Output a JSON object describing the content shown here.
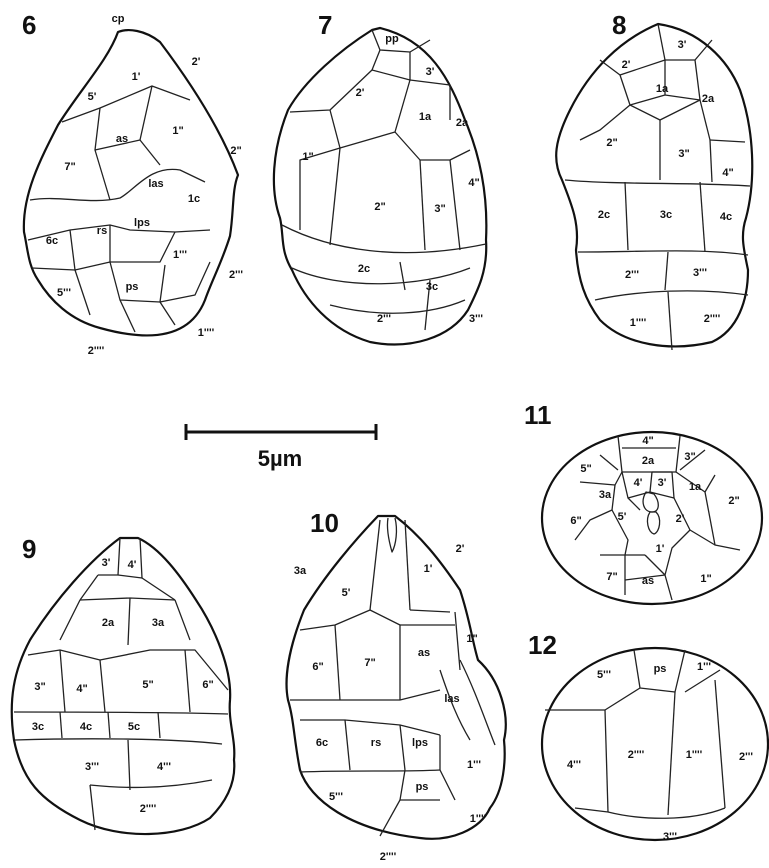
{
  "scale_bar": {
    "label": "5µm"
  },
  "figures": [
    {
      "number": "6",
      "labels": [
        "cp",
        "5'",
        "1'",
        "2'",
        "as",
        "1\"",
        "2\"",
        "7\"",
        "las",
        "1c",
        "6c",
        "rs",
        "lps",
        "1'''",
        "2'''",
        "5'''",
        "ps",
        "2''''",
        "1''''"
      ]
    },
    {
      "number": "7",
      "labels": [
        "pp",
        "3'",
        "2'",
        "1a",
        "2a",
        "1\"",
        "2\"",
        "3\"",
        "4\"",
        "2c",
        "3c",
        "2'''",
        "3'''"
      ]
    },
    {
      "number": "8",
      "labels": [
        "3'",
        "2'",
        "1a",
        "2a",
        "2\"",
        "3\"",
        "4\"",
        "2c",
        "3c",
        "4c",
        "2'''",
        "3'''",
        "1''''",
        "2''''"
      ]
    },
    {
      "number": "9",
      "labels": [
        "3'",
        "4'",
        "2a",
        "3a",
        "3\"",
        "4\"",
        "5\"",
        "6\"",
        "3c",
        "4c",
        "5c",
        "3'''",
        "4'''",
        "2''''"
      ]
    },
    {
      "number": "10",
      "labels": [
        "2'",
        "3a",
        "5'",
        "1'",
        "6\"",
        "7\"",
        "as",
        "1\"",
        "las",
        "6c",
        "rs",
        "lps",
        "1'''",
        "5'''",
        "ps",
        "1''''",
        "2''''"
      ]
    },
    {
      "number": "11",
      "labels": [
        "4\"",
        "3\"",
        "5\"",
        "2a",
        "3a",
        "4'",
        "3'",
        "1a",
        "2\"",
        "6\"",
        "5'",
        "2'",
        "1'",
        "7\"",
        "as",
        "1\""
      ]
    },
    {
      "number": "12",
      "labels": [
        "5'''",
        "ps",
        "1'''",
        "2''''",
        "1''''",
        "2'''",
        "4'''",
        "3'''"
      ]
    }
  ]
}
